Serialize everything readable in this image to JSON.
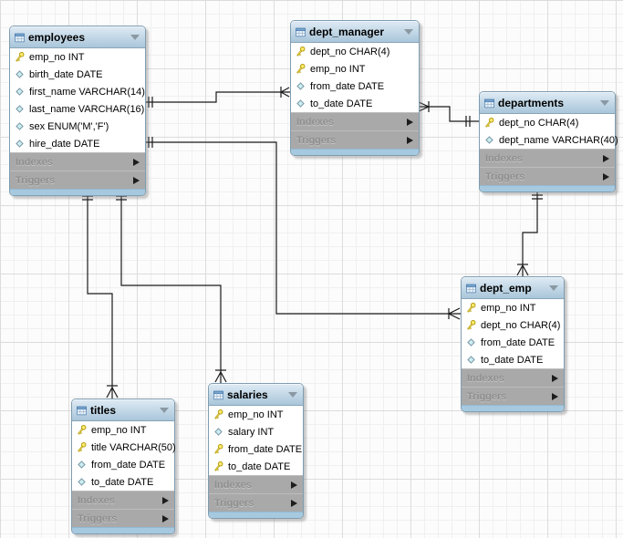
{
  "diagram": {
    "section_labels": {
      "indexes": "Indexes",
      "triggers": "Triggers"
    },
    "tables": {
      "employees": {
        "title": "employees",
        "columns": [
          {
            "icon": "key",
            "text": "emp_no INT"
          },
          {
            "icon": "diamond",
            "text": "birth_date DATE"
          },
          {
            "icon": "diamond",
            "text": "first_name VARCHAR(14)"
          },
          {
            "icon": "diamond",
            "text": "last_name VARCHAR(16)"
          },
          {
            "icon": "diamond",
            "text": "sex ENUM('M','F')"
          },
          {
            "icon": "diamond",
            "text": "hire_date DATE"
          }
        ]
      },
      "dept_manager": {
        "title": "dept_manager",
        "columns": [
          {
            "icon": "key",
            "text": "dept_no CHAR(4)"
          },
          {
            "icon": "key",
            "text": "emp_no INT"
          },
          {
            "icon": "diamond",
            "text": "from_date DATE"
          },
          {
            "icon": "diamond",
            "text": "to_date DATE"
          }
        ]
      },
      "departments": {
        "title": "departments",
        "columns": [
          {
            "icon": "key",
            "text": "dept_no CHAR(4)"
          },
          {
            "icon": "diamond",
            "text": "dept_name VARCHAR(40)"
          }
        ]
      },
      "dept_emp": {
        "title": "dept_emp",
        "columns": [
          {
            "icon": "key",
            "text": "emp_no INT"
          },
          {
            "icon": "key",
            "text": "dept_no CHAR(4)"
          },
          {
            "icon": "diamond",
            "text": "from_date DATE"
          },
          {
            "icon": "diamond",
            "text": "to_date DATE"
          }
        ]
      },
      "titles": {
        "title": "titles",
        "columns": [
          {
            "icon": "key",
            "text": "emp_no INT"
          },
          {
            "icon": "key",
            "text": "title VARCHAR(50)"
          },
          {
            "icon": "diamond",
            "text": "from_date DATE"
          },
          {
            "icon": "diamond",
            "text": "to_date DATE"
          }
        ]
      },
      "salaries": {
        "title": "salaries",
        "columns": [
          {
            "icon": "key",
            "text": "emp_no INT"
          },
          {
            "icon": "diamond",
            "text": "salary INT"
          },
          {
            "icon": "key",
            "text": "from_date DATE"
          },
          {
            "icon": "key",
            "text": "to_date DATE"
          }
        ]
      }
    },
    "connections": [
      {
        "one": "employees",
        "many": "dept_manager",
        "notation": "one-to-many"
      },
      {
        "one": "departments",
        "many": "dept_manager",
        "notation": "one-to-many"
      },
      {
        "one": "employees",
        "many": "dept_emp",
        "notation": "one-to-many"
      },
      {
        "one": "departments",
        "many": "dept_emp",
        "notation": "one-to-many"
      },
      {
        "one": "employees",
        "many": "titles",
        "notation": "one-to-many"
      },
      {
        "one": "employees",
        "many": "salaries",
        "notation": "one-to-many"
      }
    ],
    "colors": {
      "header_top": "#dce9f3",
      "header_bottom": "#a9c6da",
      "section_bg": "#a9a9a9",
      "footer_strip": "#a6c9e0",
      "key_icon": "#ffec6e",
      "diamond_icon": "#cdeef0",
      "line": "#1a1a1a"
    }
  }
}
